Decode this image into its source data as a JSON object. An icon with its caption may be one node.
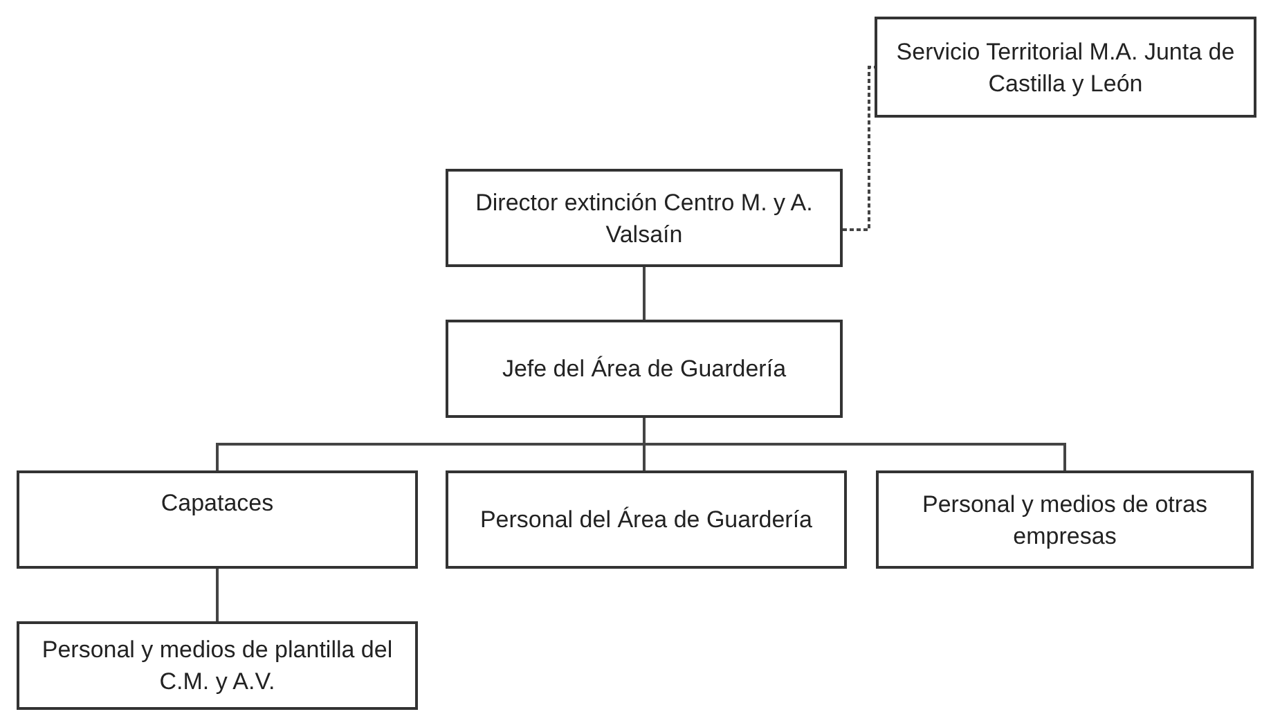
{
  "diagram": {
    "nodes": [
      {
        "text": [
          "Servicio Territorial M.A. Junta de Castilla y León"
        ]
      },
      {
        "text": [
          "Director extinción Centro M. y A. Valsaín"
        ]
      },
      {
        "text": [
          "Jefe del Área de Guardería"
        ]
      },
      {
        "text": [
          "Capataces"
        ]
      },
      {
        "text": [
          "Personal del Área de Guardería"
        ]
      },
      {
        "text": [
          "Personal y medios de otras empresas"
        ]
      },
      {
        "text": [
          "Personal y medios de plantilla del C.M. y A.V."
        ]
      }
    ],
    "edges": [
      {
        "from": 1,
        "to": 0,
        "arrow": "none",
        "style": "dashed"
      },
      {
        "from": 1,
        "to": 2,
        "arrow": "none"
      },
      {
        "from": 2,
        "to": 3,
        "arrow": "none"
      },
      {
        "from": 2,
        "to": 4,
        "arrow": "none"
      },
      {
        "from": 2,
        "to": 5,
        "arrow": "none"
      },
      {
        "from": 3,
        "to": 6,
        "arrow": "none"
      }
    ]
  }
}
